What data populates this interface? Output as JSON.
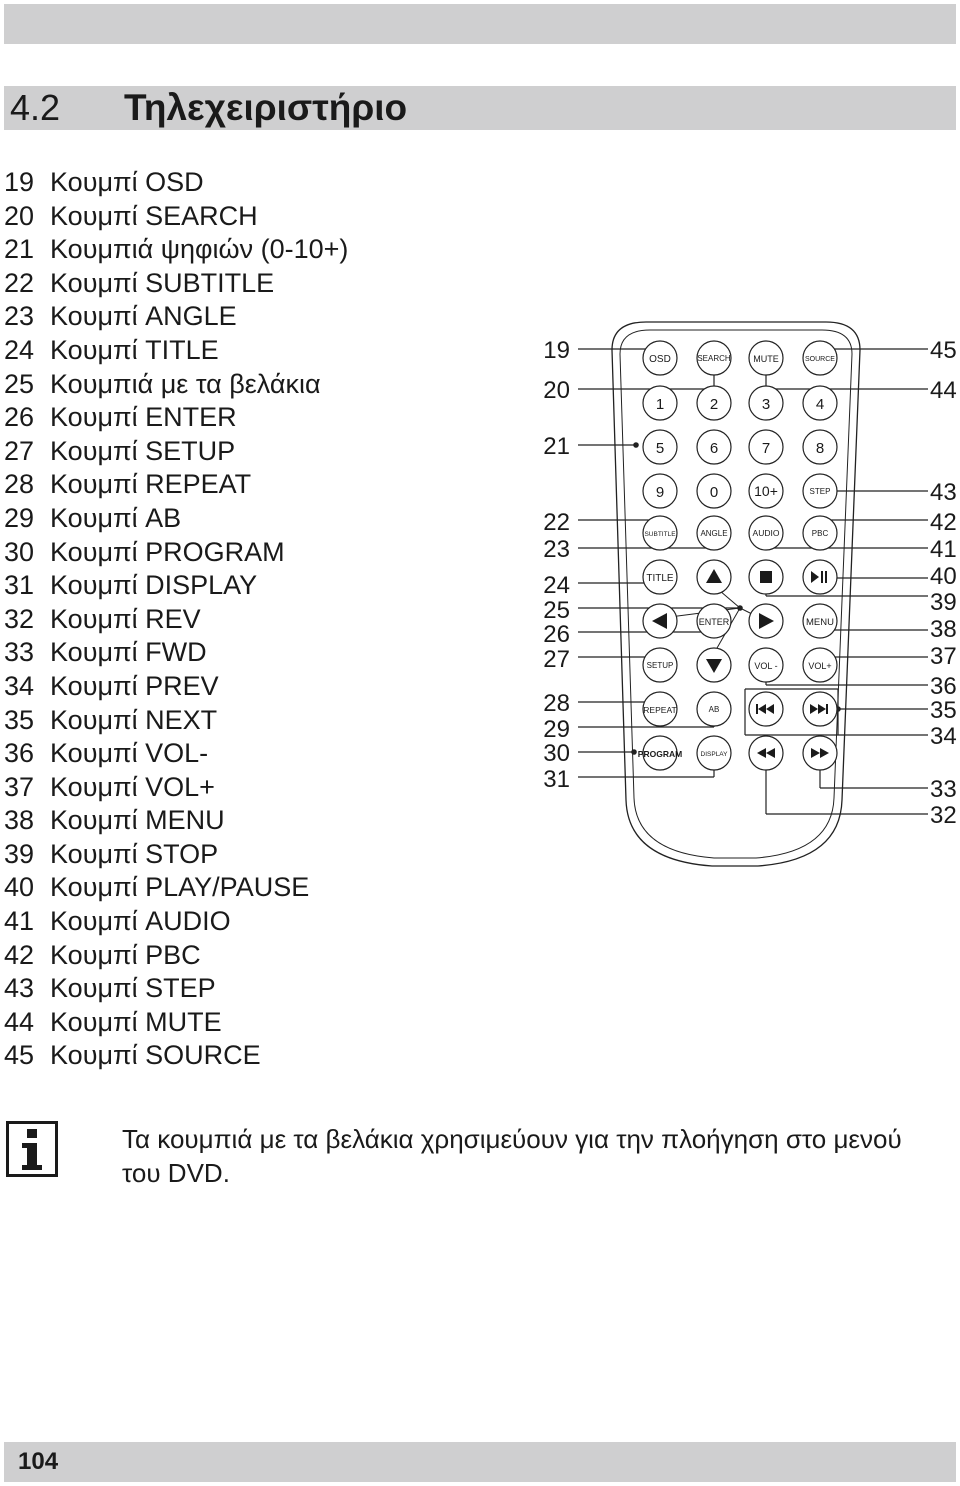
{
  "section": {
    "number": "4.2",
    "title": "Τηλεχειριστήριο"
  },
  "legend": [
    {
      "num": "19",
      "label": "Κουμπί OSD"
    },
    {
      "num": "20",
      "label": "Κουμπί SEARCH"
    },
    {
      "num": "21",
      "label": "Κουμπιά ψηφιών (0-10+)"
    },
    {
      "num": "22",
      "label": "Κουμπί SUBTITLE"
    },
    {
      "num": "23",
      "label": "Κουμπί ANGLE"
    },
    {
      "num": "24",
      "label": "Κουμπί TITLE"
    },
    {
      "num": "25",
      "label": "Κουμπιά με τα βελάκια"
    },
    {
      "num": "26",
      "label": "Κουμπί ENTER"
    },
    {
      "num": "27",
      "label": "Κουμπί SETUP"
    },
    {
      "num": "28",
      "label": "Κουμπί REPEAT"
    },
    {
      "num": "29",
      "label": "Κουμπί AB"
    },
    {
      "num": "30",
      "label": "Κουμπί PROGRAM"
    },
    {
      "num": "31",
      "label": "Κουμπί DISPLAY"
    },
    {
      "num": "32",
      "label": "Κουμπί REV"
    },
    {
      "num": "33",
      "label": "Κουμπί FWD"
    },
    {
      "num": "34",
      "label": "Κουμπί PREV"
    },
    {
      "num": "35",
      "label": "Κουμπί NEXT"
    },
    {
      "num": "36",
      "label": "Κουμπί VOL-"
    },
    {
      "num": "37",
      "label": "Κουμπί VOL+"
    },
    {
      "num": "38",
      "label": "Κουμπί MENU"
    },
    {
      "num": "39",
      "label": "Κουμπί STOP"
    },
    {
      "num": "40",
      "label": "Κουμπί PLAY/PAUSE"
    },
    {
      "num": "41",
      "label": "Κουμπί AUDIO"
    },
    {
      "num": "42",
      "label": "Κουμπί PBC"
    },
    {
      "num": "43",
      "label": "Κουμπί STEP"
    },
    {
      "num": "44",
      "label": "Κουμπί MUTE"
    },
    {
      "num": "45",
      "label": "Κουμπί SOURCE"
    }
  ],
  "remote": {
    "buttons": {
      "osd": "OSD",
      "search": "SEARCH",
      "mute": "MUTE",
      "source": "SOURCE",
      "d1": "1",
      "d2": "2",
      "d3": "3",
      "d4": "4",
      "d5": "5",
      "d6": "6",
      "d7": "7",
      "d8": "8",
      "d9": "9",
      "d0": "0",
      "d10": "10+",
      "step": "STEP",
      "subtitle": "SUBTITLE",
      "angle": "ANGLE",
      "audio": "AUDIO",
      "pbc": "PBC",
      "title": "TITLE",
      "enter": "ENTER",
      "menu": "MENU",
      "setup": "SETUP",
      "vol_minus": "VOL -",
      "vol_plus": "VOL+",
      "repeat": "REPEAT",
      "ab": "AB",
      "program": "PROGRAM",
      "display": "DISPLAY"
    },
    "callouts_left": [
      "19",
      "20",
      "21",
      "22",
      "23",
      "24",
      "25",
      "26",
      "27",
      "28",
      "29",
      "30",
      "31"
    ],
    "callouts_right": [
      "45",
      "44",
      "43",
      "42",
      "41",
      "40",
      "39",
      "38",
      "37",
      "36",
      "35",
      "34",
      "33",
      "32"
    ]
  },
  "note": {
    "icon": "info-icon",
    "text": "Τα κουμπιά με τα βελάκια χρησιμεύουν για την πλοήγηση στο μενού του DVD."
  },
  "footer": {
    "page_number": "104"
  },
  "colors": {
    "bar": "#cfcfd0",
    "text": "#1a1a1a"
  }
}
